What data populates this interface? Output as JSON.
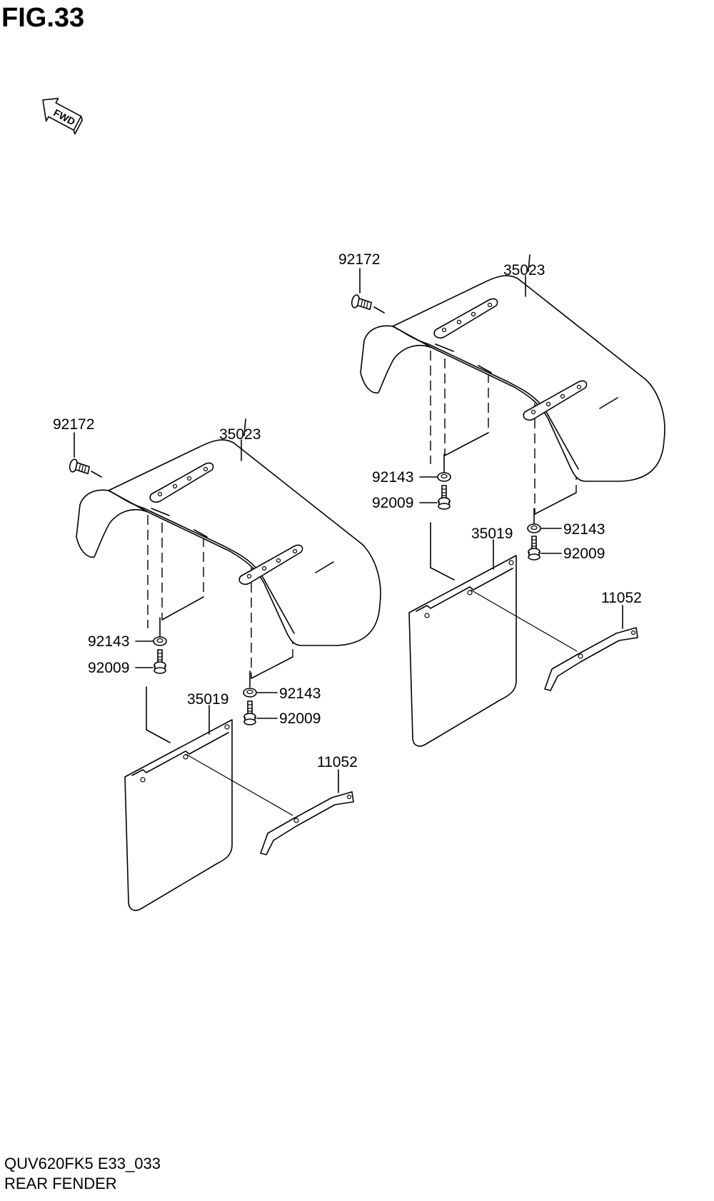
{
  "title": "FIG.33",
  "footer": {
    "code": "QUV620FK5 E33_033",
    "name": "REAR FENDER"
  },
  "fwd_label": "FWD",
  "parts": {
    "screw": "92172",
    "fender": "35023",
    "washer": "92143",
    "bolt": "92009",
    "flap": "35019",
    "bracket": "11052"
  }
}
